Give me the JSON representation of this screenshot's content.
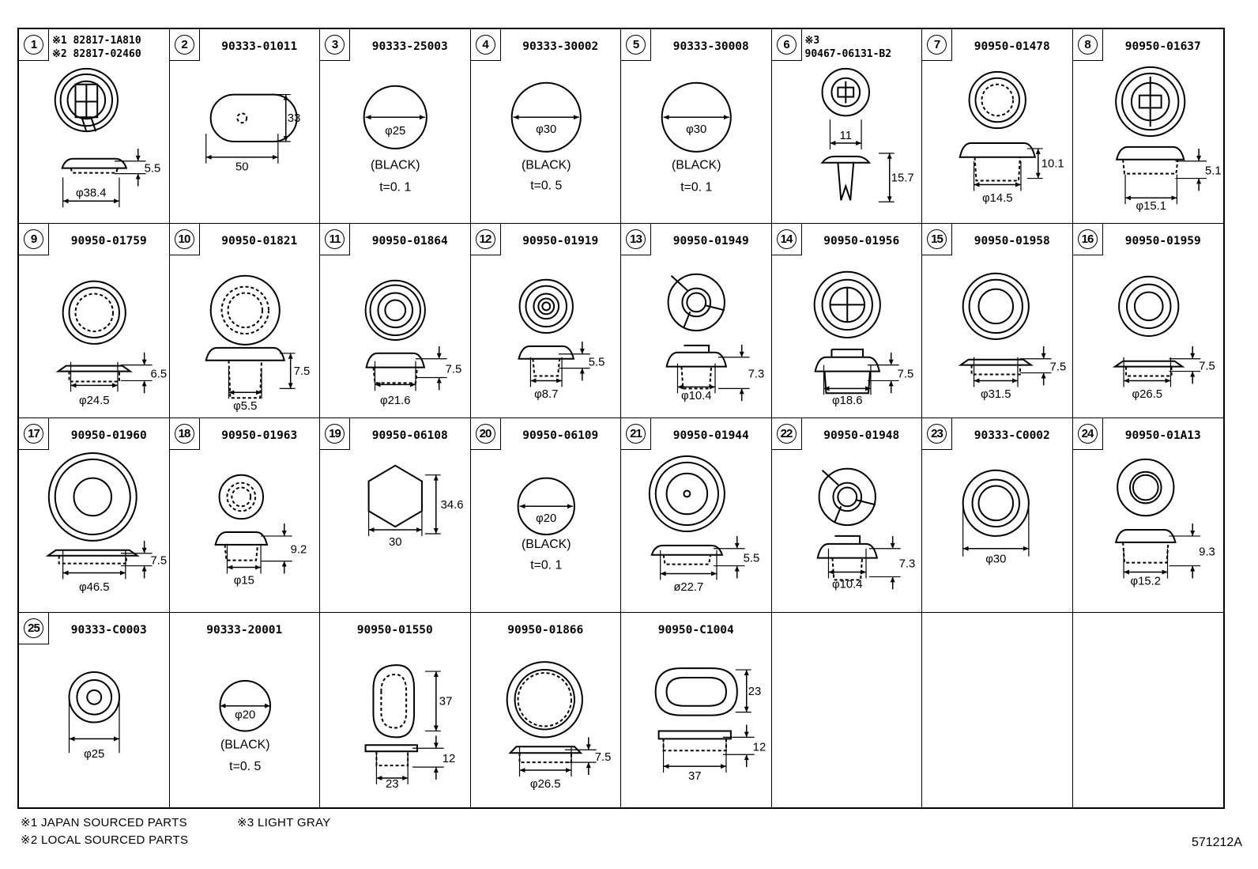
{
  "footnotes": {
    "note1": "※1  JAPAN SOURCED PARTS",
    "note3": "※3  LIGHT GRAY",
    "note2": "※2  LOCAL SOURCED PARTS"
  },
  "reference_code": "571212A",
  "cells": [
    {
      "num": "1",
      "parts": [
        "※1 82817-1A810",
        "※2 82817-02460"
      ],
      "dims": [
        "5.5",
        "φ38.4"
      ],
      "notes": []
    },
    {
      "num": "2",
      "parts": [
        "90333-01011"
      ],
      "dims": [
        "33",
        "50"
      ],
      "notes": []
    },
    {
      "num": "3",
      "parts": [
        "90333-25003"
      ],
      "dims": [
        "φ25"
      ],
      "notes": [
        "(BLACK)",
        "t=0. 1"
      ]
    },
    {
      "num": "4",
      "parts": [
        "90333-30002"
      ],
      "dims": [
        "φ30"
      ],
      "notes": [
        "(BLACK)",
        "t=0. 5"
      ]
    },
    {
      "num": "5",
      "parts": [
        "90333-30008"
      ],
      "dims": [
        "φ30"
      ],
      "notes": [
        "(BLACK)",
        "t=0. 1"
      ]
    },
    {
      "num": "6",
      "parts": [
        "※3",
        "90467-06131-B2"
      ],
      "dims": [
        "11",
        "15.7"
      ],
      "notes": []
    },
    {
      "num": "7",
      "parts": [
        "90950-01478"
      ],
      "dims": [
        "10.1",
        "φ14.5"
      ],
      "notes": []
    },
    {
      "num": "8",
      "parts": [
        "90950-01637"
      ],
      "dims": [
        "5.1",
        "φ15.1"
      ],
      "notes": []
    },
    {
      "num": "9",
      "parts": [
        "90950-01759"
      ],
      "dims": [
        "6.5",
        "φ24.5"
      ],
      "notes": []
    },
    {
      "num": "10",
      "parts": [
        "90950-01821"
      ],
      "dims": [
        "7.5",
        "φ5.5"
      ],
      "notes": []
    },
    {
      "num": "11",
      "parts": [
        "90950-01864"
      ],
      "dims": [
        "7.5",
        "φ21.6"
      ],
      "notes": []
    },
    {
      "num": "12",
      "parts": [
        "90950-01919"
      ],
      "dims": [
        "5.5",
        "φ8.7"
      ],
      "notes": []
    },
    {
      "num": "13",
      "parts": [
        "90950-01949"
      ],
      "dims": [
        "7.3",
        "φ10.4"
      ],
      "notes": []
    },
    {
      "num": "14",
      "parts": [
        "90950-01956"
      ],
      "dims": [
        "7.5",
        "φ18.6"
      ],
      "notes": []
    },
    {
      "num": "15",
      "parts": [
        "90950-01958"
      ],
      "dims": [
        "7.5",
        "φ31.5"
      ],
      "notes": []
    },
    {
      "num": "16",
      "parts": [
        "90950-01959"
      ],
      "dims": [
        "7.5",
        "φ26.5"
      ],
      "notes": []
    },
    {
      "num": "17",
      "parts": [
        "90950-01960"
      ],
      "dims": [
        "7.5",
        "φ46.5"
      ],
      "notes": []
    },
    {
      "num": "18",
      "parts": [
        "90950-01963"
      ],
      "dims": [
        "9.2",
        "φ15"
      ],
      "notes": []
    },
    {
      "num": "19",
      "parts": [
        "90950-06108"
      ],
      "dims": [
        "34.6",
        "30"
      ],
      "notes": []
    },
    {
      "num": "20",
      "parts": [
        "90950-06109"
      ],
      "dims": [
        "φ20"
      ],
      "notes": [
        "(BLACK)",
        "t=0. 1"
      ]
    },
    {
      "num": "21",
      "parts": [
        "90950-01944"
      ],
      "dims": [
        "5.5",
        "ø22.7"
      ],
      "notes": []
    },
    {
      "num": "22",
      "parts": [
        "90950-01948"
      ],
      "dims": [
        "7.3",
        "φ10.4"
      ],
      "notes": []
    },
    {
      "num": "23",
      "parts": [
        "90333-C0002"
      ],
      "dims": [
        "φ30"
      ],
      "notes": []
    },
    {
      "num": "24",
      "parts": [
        "90950-01A13"
      ],
      "dims": [
        "9.3",
        "φ15.2"
      ],
      "notes": []
    },
    {
      "num": "25",
      "parts": [
        "90333-C0003"
      ],
      "dims": [
        "φ25"
      ],
      "notes": []
    },
    {
      "num": "",
      "parts": [
        "90333-20001"
      ],
      "dims": [
        "φ20"
      ],
      "notes": [
        "(BLACK)",
        "t=0. 5"
      ]
    },
    {
      "num": "",
      "parts": [
        "90950-01550"
      ],
      "dims": [
        "37",
        "12",
        "23"
      ],
      "notes": []
    },
    {
      "num": "",
      "parts": [
        "90950-01866"
      ],
      "dims": [
        "7.5",
        "φ26.5"
      ],
      "notes": []
    },
    {
      "num": "",
      "parts": [
        "90950-C1004"
      ],
      "dims": [
        "23",
        "12",
        "37"
      ],
      "notes": []
    },
    {
      "num": "",
      "parts": [],
      "dims": [],
      "notes": []
    },
    {
      "num": "",
      "parts": [],
      "dims": [],
      "notes": []
    },
    {
      "num": "",
      "parts": [],
      "dims": [],
      "notes": []
    }
  ]
}
